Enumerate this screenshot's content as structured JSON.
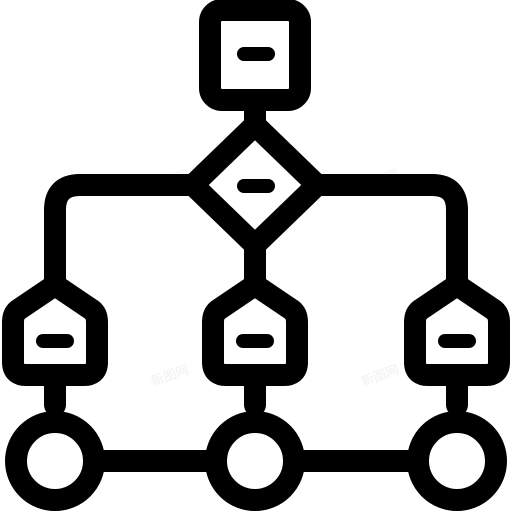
{
  "diagram": {
    "type": "flowchart-icon",
    "nodes": [
      {
        "id": "root",
        "shape": "square",
        "glyph": "minus"
      },
      {
        "id": "decision",
        "shape": "diamond",
        "glyph": "minus"
      },
      {
        "id": "left",
        "shape": "pentagon-house",
        "glyph": "minus"
      },
      {
        "id": "middle",
        "shape": "pentagon-house",
        "glyph": "minus"
      },
      {
        "id": "right",
        "shape": "pentagon-house",
        "glyph": "minus"
      },
      {
        "id": "circle-left",
        "shape": "circle"
      },
      {
        "id": "circle-middle",
        "shape": "circle"
      },
      {
        "id": "circle-right",
        "shape": "circle"
      }
    ],
    "edges": [
      [
        "root",
        "decision"
      ],
      [
        "decision",
        "left"
      ],
      [
        "decision",
        "middle"
      ],
      [
        "decision",
        "right"
      ],
      [
        "left",
        "circle-left"
      ],
      [
        "middle",
        "circle-middle"
      ],
      [
        "right",
        "circle-right"
      ],
      [
        "circle-left",
        "circle-middle"
      ],
      [
        "circle-middle",
        "circle-right"
      ]
    ]
  },
  "colors": {
    "stroke": "#000000",
    "background": "#ffffff"
  },
  "watermark": {
    "text": "新图网"
  }
}
